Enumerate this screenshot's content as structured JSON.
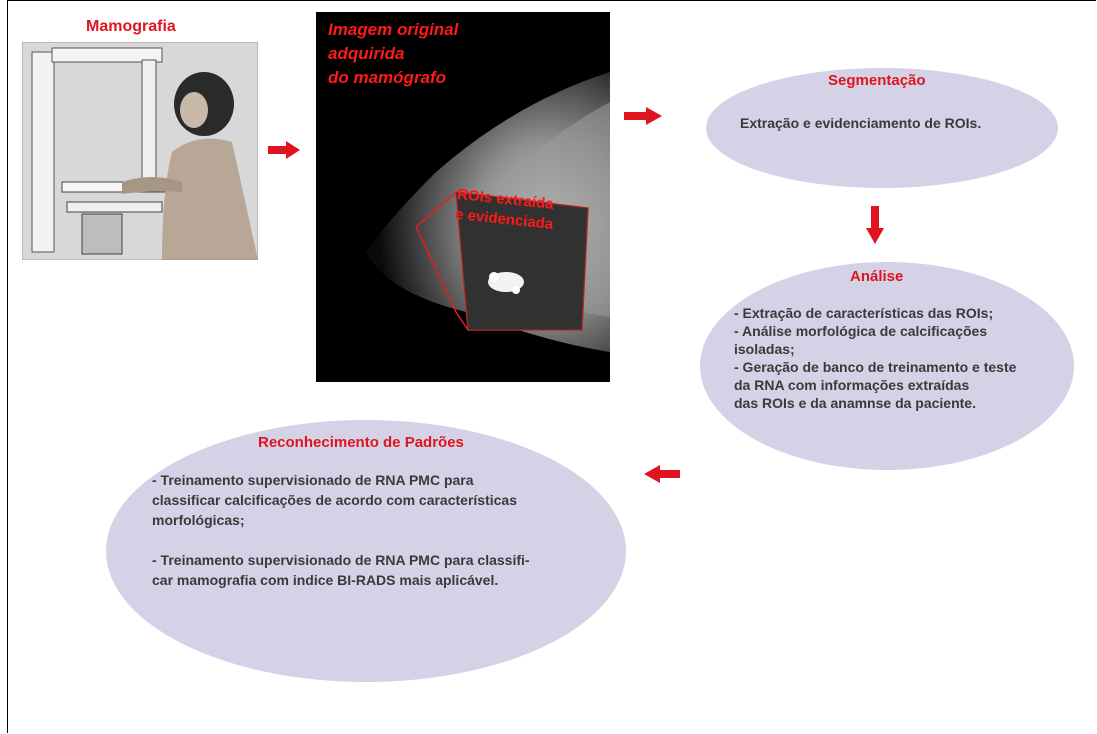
{
  "photo": {
    "title": "Mamografia"
  },
  "mammogram": {
    "title": "Imagem original\n adquirida\ndo mamógrafo",
    "roi_label": "ROIs extraída\ne evidenciada"
  },
  "segmentation": {
    "title": "Segmentação",
    "text": "Extração  e evidenciamento de ROIs."
  },
  "analysis": {
    "title": "Análise",
    "text": "- Extração de características das ROIs;\n- Análise morfológica de calcificações\nisoladas;\n- Geração de banco de treinamento e teste\nda RNA com informações extraídas\n   das ROIs e da anamnse da paciente."
  },
  "pattern_recognition": {
    "title": "Reconhecimento de Padrões",
    "text": "- Treinamento supervisionado de RNA PMC para\nclassificar calcificações de acordo com características\nmorfológicas;\n\n- Treinamento supervisionado de RNA PMC para classifi-\ncar mamografia com indice BI-RADS mais aplicável."
  },
  "colors": {
    "accent_red": "#e0141e",
    "ellipse_fill": "#d4d2e6",
    "text_dark": "#3a3a3a"
  },
  "icons": [
    "arrow-right-icon",
    "arrow-down-icon",
    "arrow-left-icon"
  ]
}
